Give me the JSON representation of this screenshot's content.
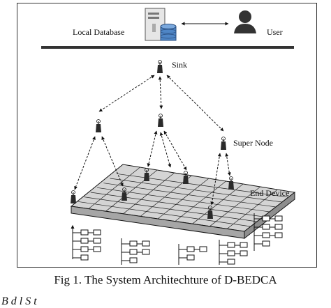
{
  "labels": {
    "local_database": "Local Database",
    "user": "User",
    "sink": "Sink",
    "super_node": "Super Node",
    "end_device": "End Device"
  },
  "caption": "Fig 1. The System Architechture of D-BEDCA",
  "fragment": "B     d l     S  t"
}
